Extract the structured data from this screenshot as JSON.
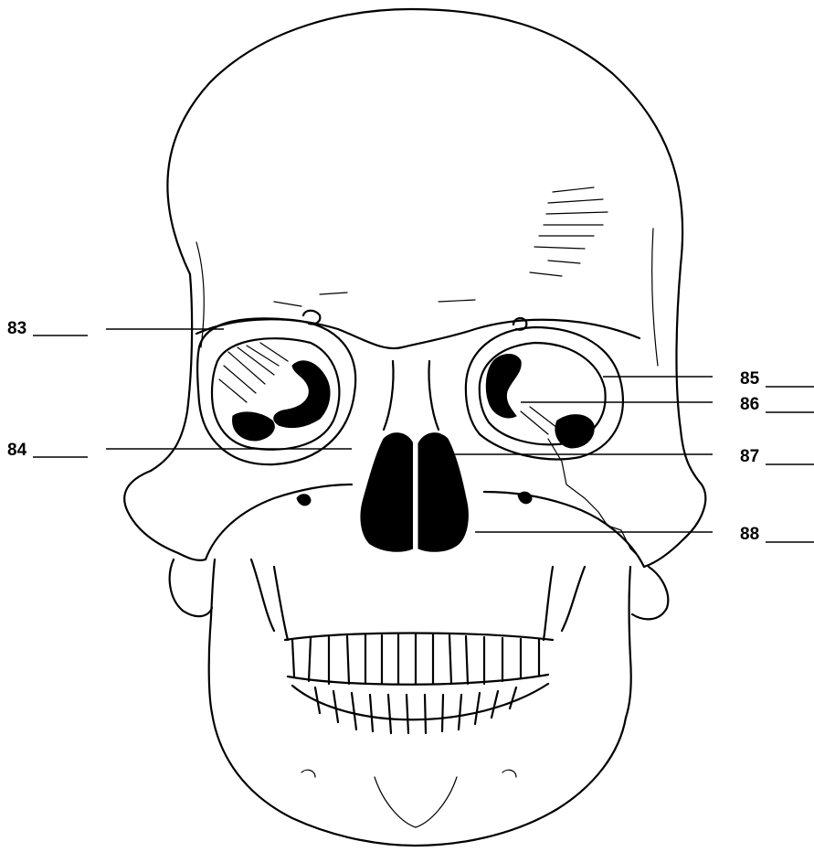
{
  "labels": [
    {
      "id": "83",
      "text": "83"
    },
    {
      "id": "84",
      "text": "84"
    },
    {
      "id": "85",
      "text": "85"
    },
    {
      "id": "86",
      "text": "86"
    },
    {
      "id": "87",
      "text": "87"
    },
    {
      "id": "88",
      "text": "88"
    }
  ],
  "colors": {
    "ink": "#000000",
    "background": "#ffffff"
  }
}
